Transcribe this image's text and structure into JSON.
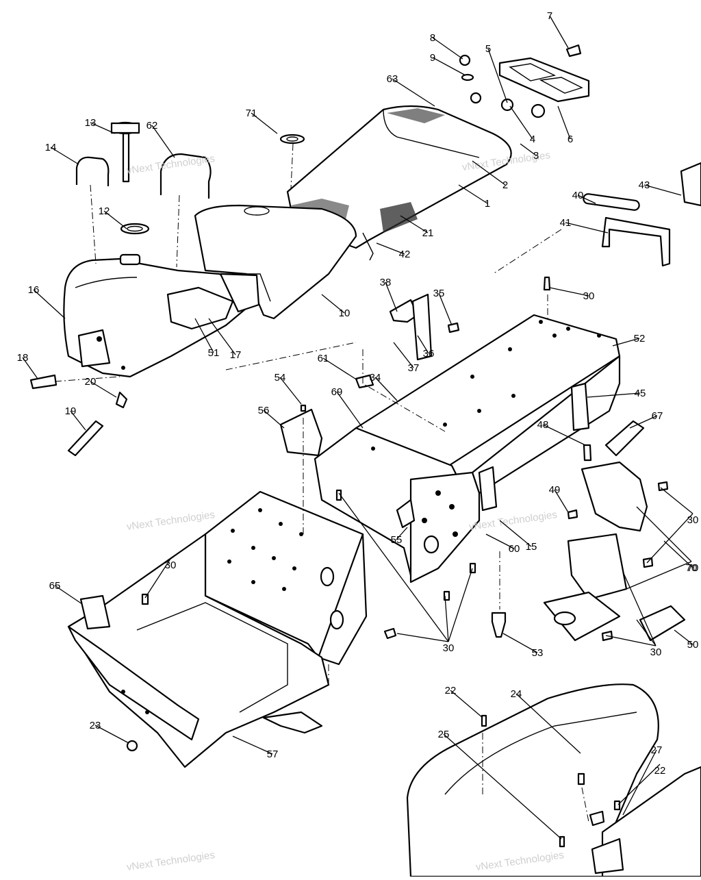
{
  "watermark": "vNext Technologies",
  "callouts": [
    "1",
    "2",
    "3",
    "4",
    "5",
    "6",
    "7",
    "8",
    "9",
    "10",
    "12",
    "13",
    "14",
    "15",
    "16",
    "17",
    "18",
    "19",
    "20",
    "21",
    "22",
    "23",
    "24",
    "25",
    "27",
    "30",
    "34",
    "35",
    "36",
    "37",
    "38",
    "40",
    "41",
    "42",
    "43",
    "45",
    "48",
    "49",
    "50",
    "51",
    "52",
    "53",
    "54",
    "55",
    "56",
    "57",
    "60",
    "61",
    "62",
    "63",
    "65",
    "67",
    "69",
    "70",
    "71"
  ],
  "colors": {
    "line": "#000000",
    "background": "#ffffff",
    "watermark": "#c8c8c8"
  }
}
